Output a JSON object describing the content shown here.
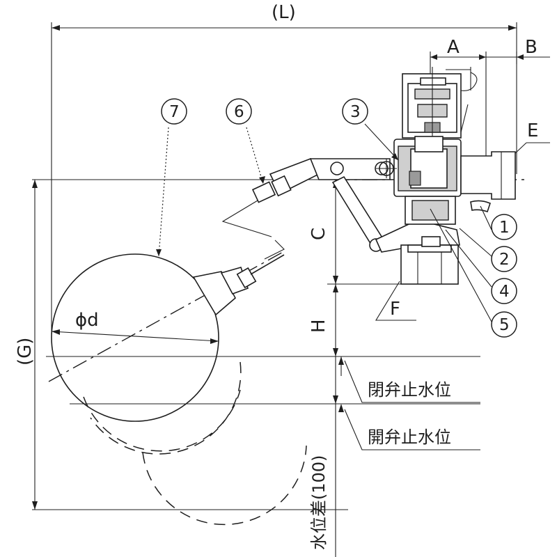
{
  "labels": {
    "L": "(L)",
    "A": "A",
    "B": "B",
    "C": "C",
    "E": "E",
    "F": "F",
    "G": "(G)",
    "H": "H",
    "phi_d": "ϕd"
  },
  "part_numbers": {
    "p1": "1",
    "p2": "2",
    "p3": "3",
    "p4": "4",
    "p5": "5",
    "p6": "6",
    "p7": "7"
  },
  "water_levels": {
    "closed_stop": "閉弁止水位",
    "open_stop": "開弁止水位",
    "difference": "水位差(100)"
  },
  "colors": {
    "line": "#1e1e1e",
    "shade": "#cfcfcf",
    "dark_shade": "#9a9a9a",
    "background": "#ffffff"
  }
}
